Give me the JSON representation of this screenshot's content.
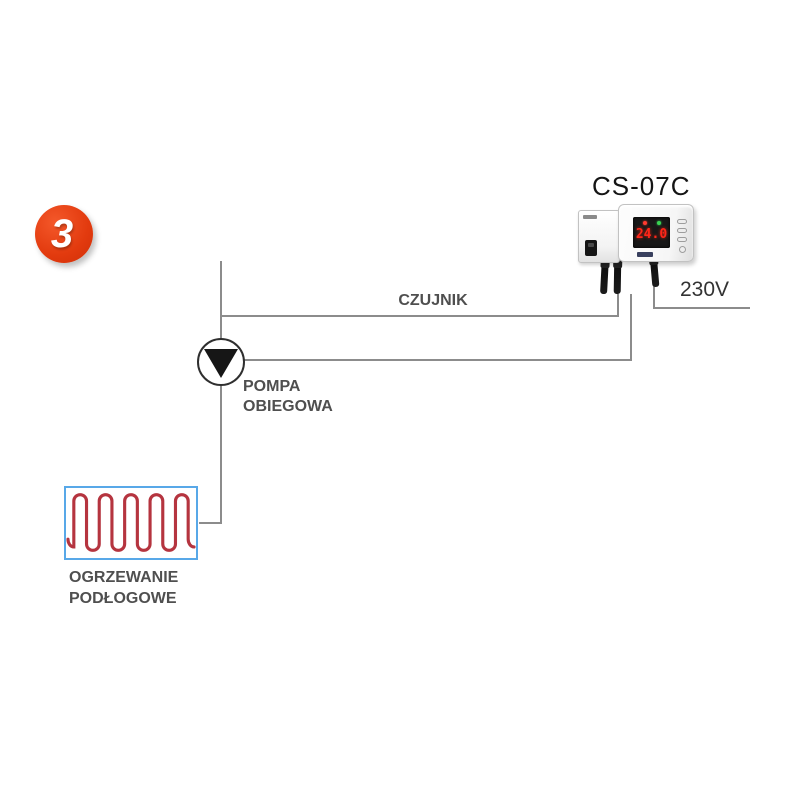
{
  "badge": {
    "number": "3"
  },
  "controller": {
    "model": "CS-07C",
    "display_value": "24.0"
  },
  "labels": {
    "sensor": "CZUJNIK",
    "power": "230V",
    "pump_line1": "POMPA",
    "pump_line2": "OBIEGOWA",
    "floor_line1": "OGRZEWANIE",
    "floor_line2": "PODŁOGOWE"
  },
  "colors": {
    "badge": "#e23a0e",
    "line": "#8c8c8c",
    "label_text": "#4f4f4f",
    "coil": "#b5343f",
    "coil_box_border": "#58a8e8",
    "display_digits": "#ff2619",
    "led_red": "#ff3b30",
    "led_green": "#39d353"
  }
}
